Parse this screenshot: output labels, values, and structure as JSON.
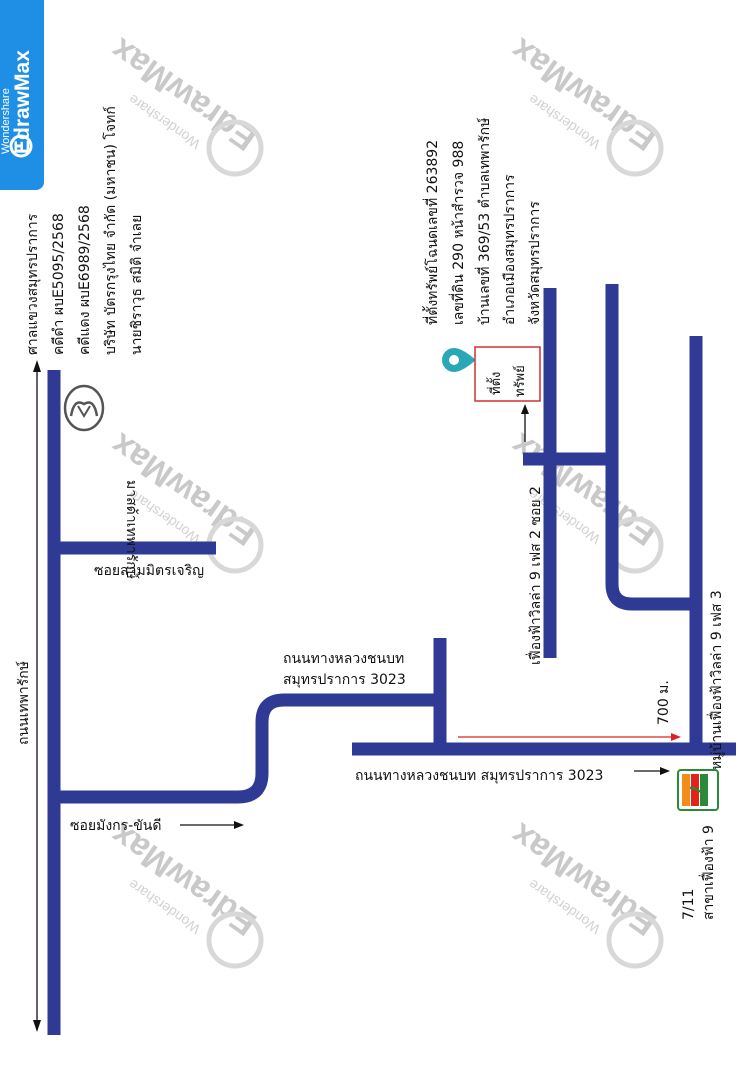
{
  "brand": {
    "line1": "Wondershare",
    "line2": "EdrawMax"
  },
  "watermark": {
    "main": "EdrawMax",
    "sub": "Wondershare"
  },
  "roads": {
    "main_road": "ถนนเทพารักษ์",
    "soi_sammit": "ซอยสามมิตรเจริญ",
    "soi_mangkon": "ซอยมังกร-ขันดี",
    "highway_3023_top1": "ถนนทางหลวงชนบท",
    "highway_3023_top2": "สมุทรปราการ 3023",
    "highway_3023_bottom": "ถนนทางหลวงชนบท สมุทรปราการ 3023",
    "fueangfa_phase2": "เฟื่องฟ้าวิลล่า 9 เฟส 2 ซอย 2",
    "fueangfa_phase3": "หมู่บ้านเฟื่องฟ้าวิลล่า 9 เฟส 3",
    "distance": "700 ม."
  },
  "landmarks": {
    "mazda": "มาสด้าเทพารักษ์",
    "seven_line1": "7/11",
    "seven_line2": "สาขาเฟื่องฟ้า 9"
  },
  "court_info": [
    "ศาลแขวงสมุทรปราการ",
    "คดีดำ  ผบE5095/2568",
    "คดีแดง ผบE6989/2568",
    "บริษัท บัตรกรุงไทย จำกัด (มหาชน)  โจทก์",
    "นายชิราวุธ สมิติ                     จำเลย"
  ],
  "property_info": [
    "ที่ตั้งทรัพย์โฉนดเลขที่ 263892",
    "เลขที่ดิน 290 หน้าสำรวจ 988",
    "บ้านเลขที่ 369/53 ตำบลเทพารักษ์",
    "อำเภอเมืองสมุทรปราการ",
    "จังหวัดสมุทรปราการ"
  ],
  "property_marker": {
    "line1": "ที่ตั้ง",
    "line2": "ทรัพย์"
  },
  "colors": {
    "road": "#2e3a94",
    "brand": "#1f8fe6",
    "marker": "#2aa8b8",
    "arrow_red": "#e02020",
    "marker_box": "#d03030"
  }
}
